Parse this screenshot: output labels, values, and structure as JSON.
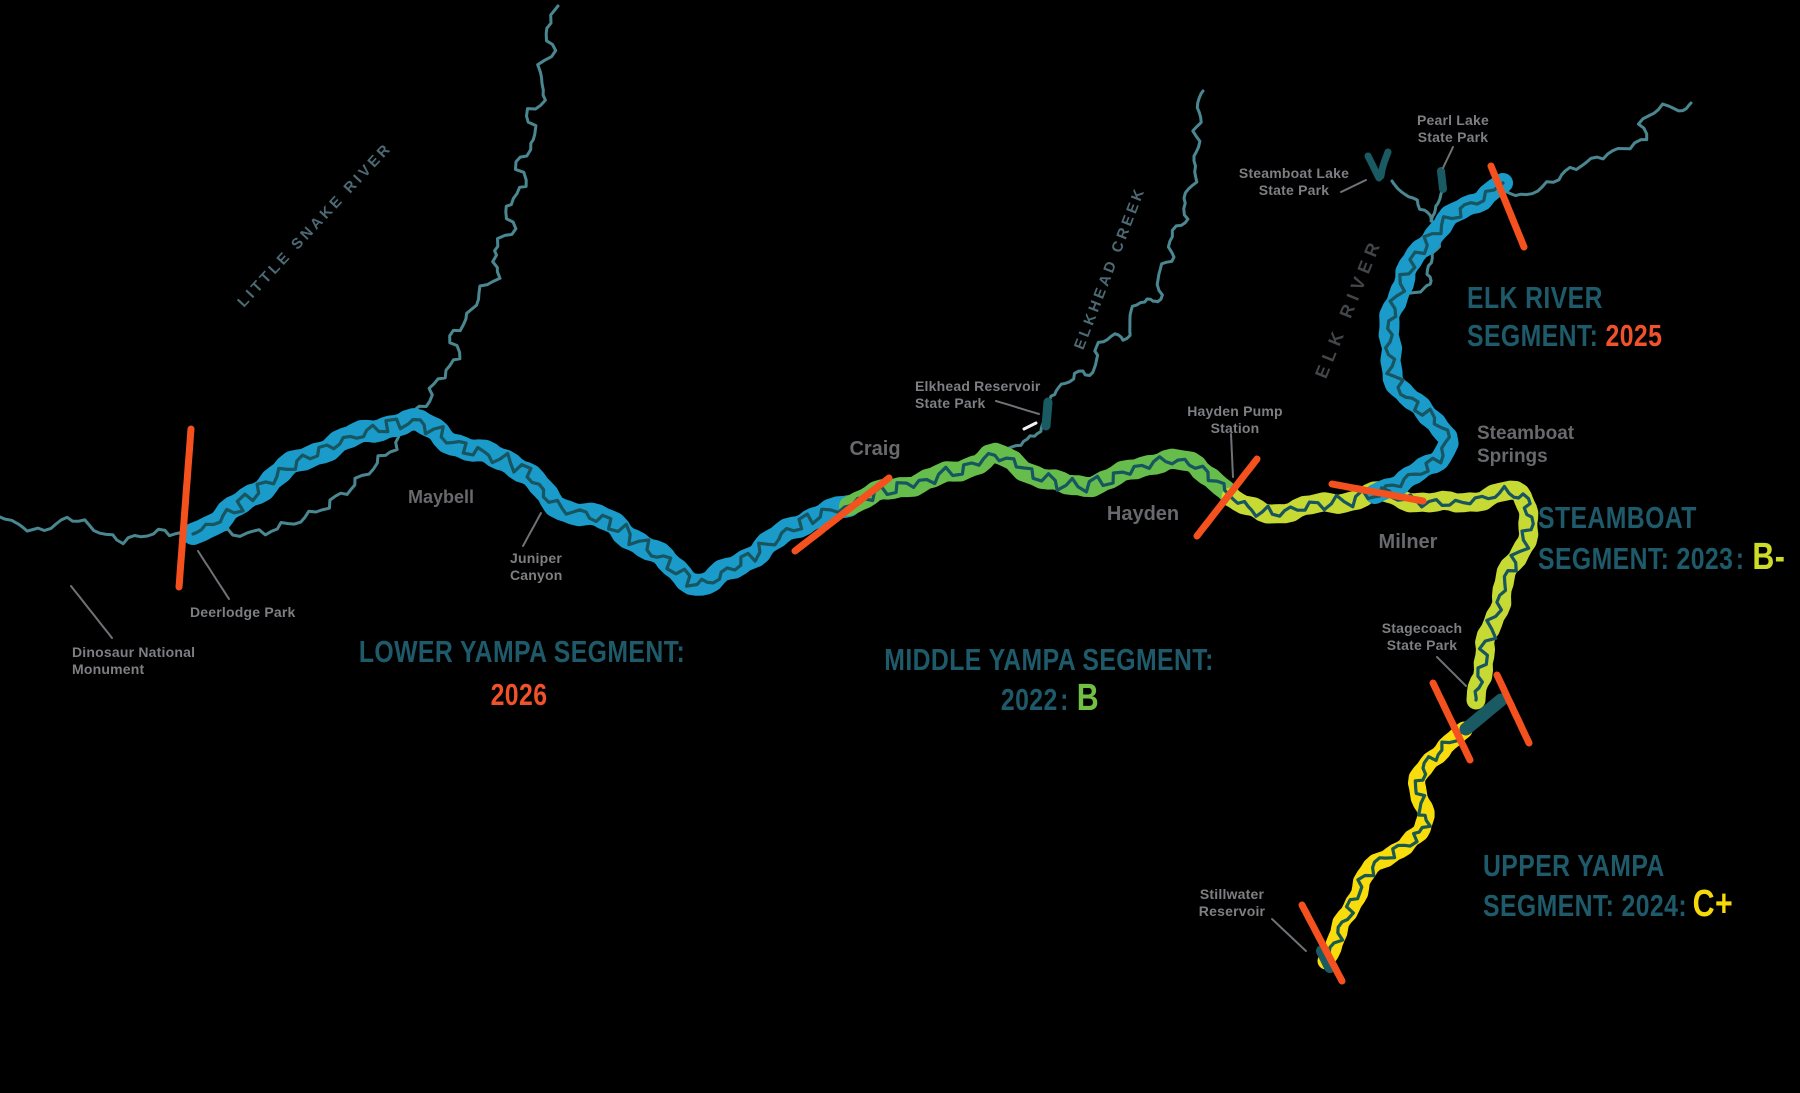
{
  "colors": {
    "background": "#000000",
    "heading_teal": "#1e5a6a",
    "future_orange": "#f1512b",
    "marker_orange": "#f4511f",
    "segment_blue": "#1a9bca",
    "segment_green": "#66bd4b",
    "segment_chartreuse": "#c7d933",
    "segment_yellow": "#f9dc0b",
    "grade_b": "#72bf44",
    "grade_b_minus": "#cddc29",
    "grade_c_plus": "#f5d90a",
    "river_line": "#4a8791",
    "channel_line": "#175560",
    "channel_line_upper": "#1a5a4e",
    "lake": "#1a5a63",
    "dam_marker": "#eef2f2",
    "town_label": "#67696c",
    "place_label": "#7d7f82",
    "river_label": "#4d6a74",
    "elk_river_label": "#434649",
    "leader_line": "#6f7276"
  },
  "rivers": {
    "little_snake": "LITTLE SNAKE RIVER",
    "elkhead_creek": "ELKHEAD CREEK",
    "elk": "ELK RIVER"
  },
  "towns": {
    "maybell": "Maybell",
    "craig": "Craig",
    "hayden": "Hayden",
    "milner": "Milner",
    "steamboat_springs": [
      "Steamboat",
      "Springs"
    ]
  },
  "places": {
    "dinosaur": [
      "Dinosaur National",
      "Monument"
    ],
    "deerlodge": "Deerlodge Park",
    "juniper": [
      "Juniper",
      "Canyon"
    ],
    "elkhead_reservoir": [
      "Elkhead Reservoir",
      "State Park"
    ],
    "hayden_pump": [
      "Hayden Pump",
      "Station"
    ],
    "steamboat_lake": [
      "Steamboat Lake",
      "State Park"
    ],
    "pearl_lake": [
      "Pearl Lake",
      "State Park"
    ],
    "stagecoach": [
      "Stagecoach",
      "State Park"
    ],
    "stillwater": [
      "Stillwater",
      "Reservoir"
    ]
  },
  "segments": {
    "lower": {
      "title": "LOWER YAMPA SEGMENT:",
      "year": "2026"
    },
    "middle": {
      "title": "MIDDLE YAMPA SEGMENT:",
      "year": "2022",
      "sep": ":",
      "grade": "B"
    },
    "steamboat": {
      "line1": "STEAMBOAT",
      "line2": "SEGMENT:",
      "year": "2023",
      "sep": ":",
      "grade": "B-"
    },
    "elk": {
      "line1": "ELK RIVER",
      "line2": "SEGMENT:",
      "year": "2025"
    },
    "upper": {
      "line1": "UPPER YAMPA",
      "line2": "SEGMENT:",
      "year": "2024:",
      "grade": "C+"
    }
  }
}
